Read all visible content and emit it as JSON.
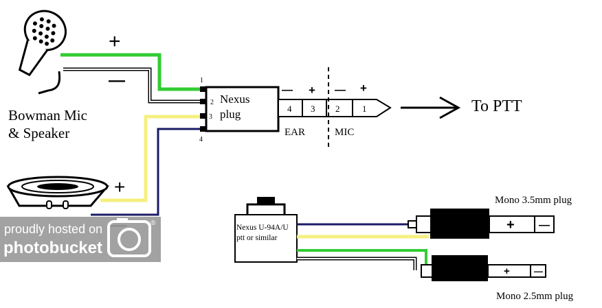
{
  "mic": {
    "label_line1": "Bowman Mic",
    "label_line2": "& Speaker",
    "plus": "+",
    "minus": "—"
  },
  "speaker": {
    "plus": "+",
    "minus": "—"
  },
  "nexus_plug": {
    "label_line1": "Nexus",
    "label_line2": "plug",
    "pins": [
      "1",
      "2",
      "3",
      "4"
    ],
    "jack_segments": [
      "4",
      "3",
      "2",
      "1"
    ],
    "signs": [
      "—",
      "+",
      "—",
      "+"
    ],
    "ear_label": "EAR",
    "mic_label": "MIC"
  },
  "to_ptt": "To PTT",
  "ptt_box": {
    "label_line1": "Nexus U-94A/U",
    "label_line2": "ptt or similar"
  },
  "mono_35": {
    "label": "Mono 3.5mm plug",
    "plus": "+",
    "minus": "—"
  },
  "mono_25": {
    "label": "Mono 2.5mm plug",
    "plus": "+",
    "minus": "—"
  },
  "watermark": {
    "line1": "proudly hosted on",
    "line2": "photobucket",
    "mark": "®"
  },
  "colors": {
    "green_wire": "#33cc33",
    "yellow_wire": "#f5f080",
    "blue_wire": "#1a1a66",
    "wire_white": "#ffffff",
    "outline": "#000000",
    "watermark_bg": "#9a9a9a"
  }
}
